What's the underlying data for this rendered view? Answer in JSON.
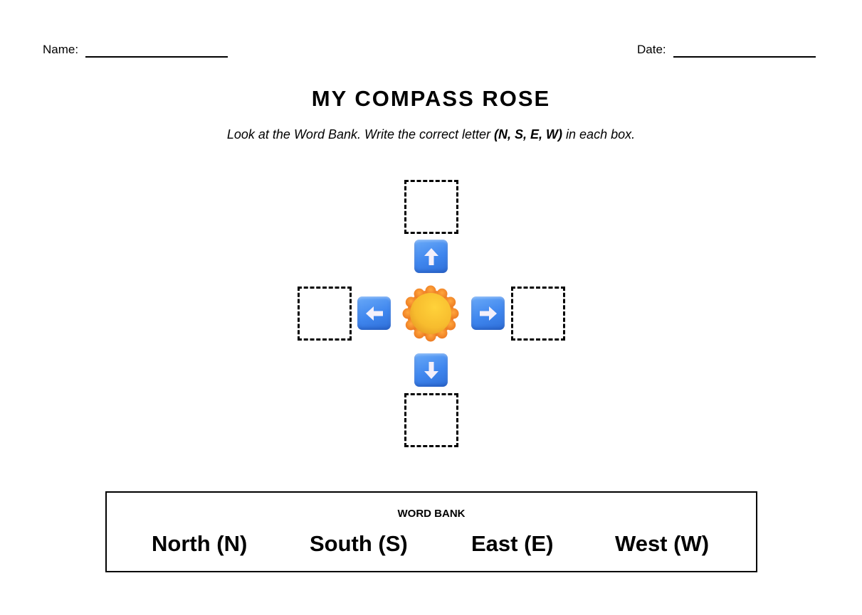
{
  "header": {
    "name_label": "Name:",
    "date_label": "Date:"
  },
  "title": "MY COMPASS ROSE",
  "instructions": {
    "before": "Look at the Word Bank. Write the correct letter ",
    "emphasis": "(N, S, E, W)",
    "after": " in each box."
  },
  "compass": {
    "center_icon": "sun-icon",
    "arrows": [
      {
        "direction": "up",
        "icon": "arrow-up-icon",
        "color": "#3f86ee"
      },
      {
        "direction": "down",
        "icon": "arrow-down-icon",
        "color": "#3f86ee"
      },
      {
        "direction": "left",
        "icon": "arrow-left-icon",
        "color": "#3f86ee"
      },
      {
        "direction": "right",
        "icon": "arrow-right-icon",
        "color": "#3f86ee"
      }
    ],
    "answer_boxes": [
      {
        "position": "north",
        "value": ""
      },
      {
        "position": "south",
        "value": ""
      },
      {
        "position": "west",
        "value": ""
      },
      {
        "position": "east",
        "value": ""
      }
    ],
    "sun_colors": {
      "rays": "#f08a2a",
      "core": "#f9c234"
    }
  },
  "word_bank": {
    "title": "WORD BANK",
    "words": [
      "North (N)",
      "South (S)",
      "East (E)",
      "West (W)"
    ]
  }
}
